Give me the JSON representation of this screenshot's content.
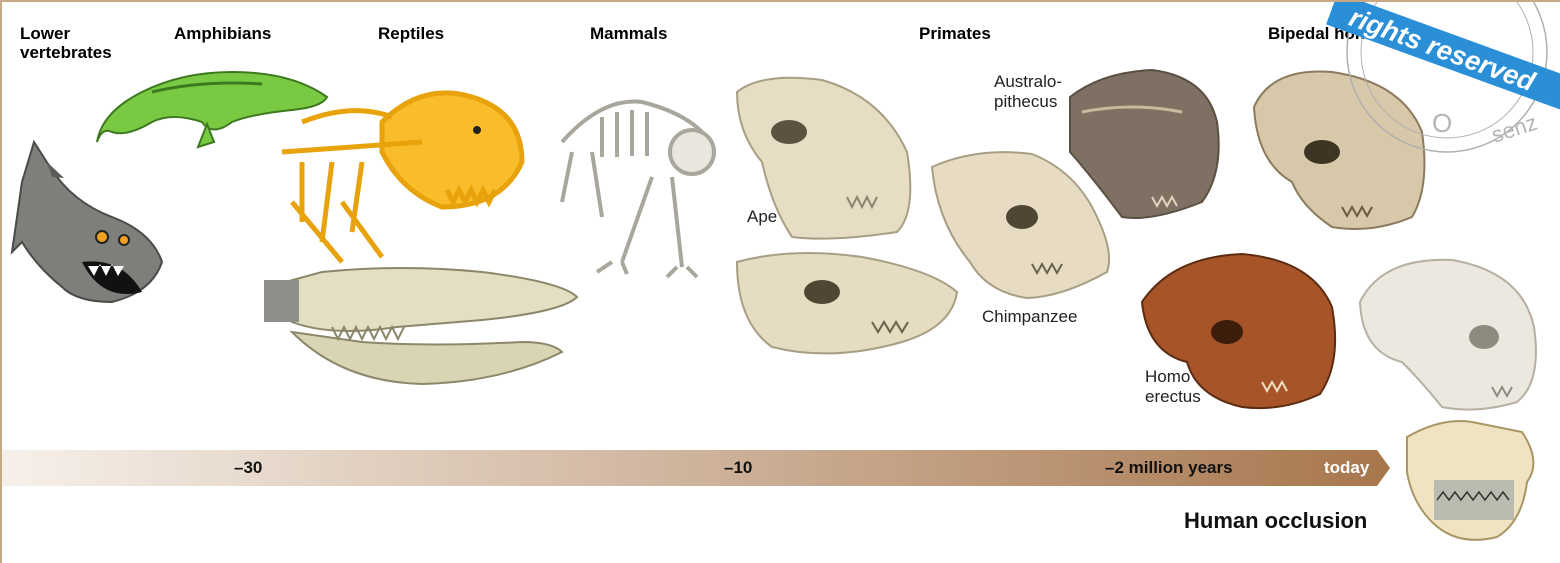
{
  "groups": {
    "lower_vertebrates": "Lower\nvertebrates",
    "amphibians": "Amphibians",
    "reptiles": "Reptiles",
    "mammals": "Mammals",
    "primates": "Primates",
    "bipedal": "Bipedal homininae"
  },
  "specimens": {
    "ape": "Ape",
    "australopithecus": "Australo-\npithecus",
    "chimpanzee": "Chimpanzee",
    "homo_erectus": "Homo\nerectus"
  },
  "timeline": {
    "ticks": [
      "–30",
      "–10",
      "–2 million years"
    ],
    "today": "today"
  },
  "occlusion_label": "Human occlusion",
  "stamp": {
    "text": "rights reserved",
    "partial_text": "senz",
    "letters": "O"
  },
  "colors": {
    "frame": "#c9a885",
    "timeline_start": "#f6f0ea",
    "timeline_end": "#a7764d",
    "bone": "#e6ddc4",
    "stamp_blue": "#2a8fd6"
  }
}
